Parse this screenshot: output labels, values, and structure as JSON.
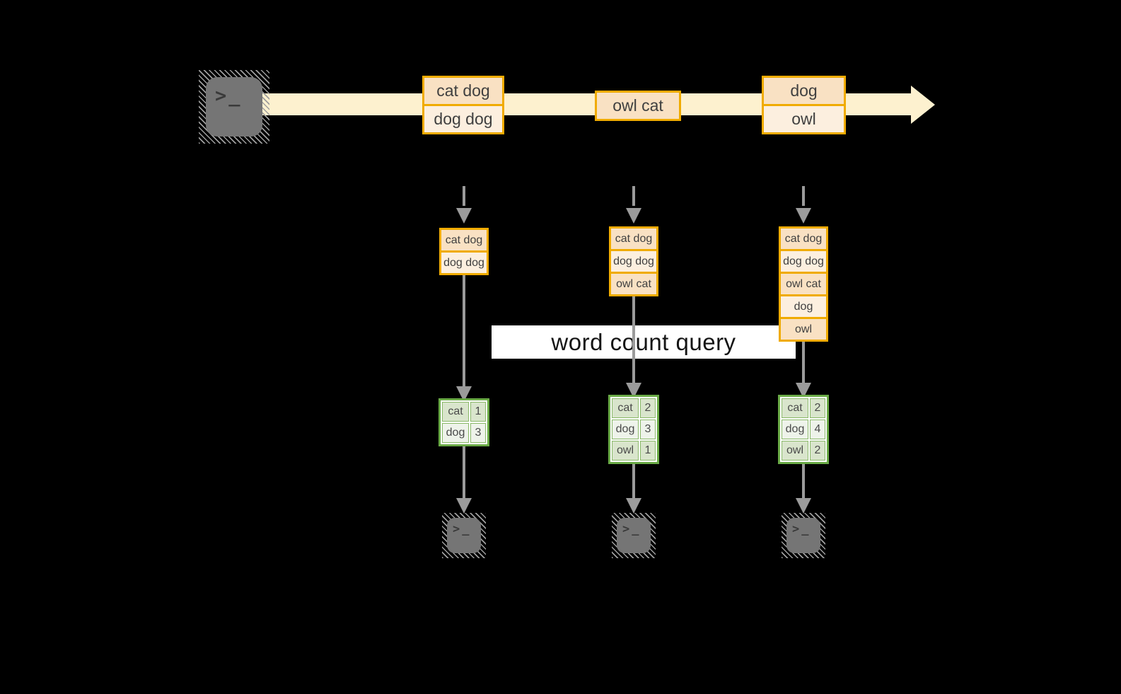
{
  "diagram": {
    "query_label": "word count query",
    "stream": {
      "records": [
        {
          "rows": [
            "cat dog",
            "dog dog"
          ]
        },
        {
          "rows": [
            "owl cat"
          ]
        },
        {
          "rows": [
            "dog",
            "owl"
          ]
        }
      ]
    },
    "columns": [
      {
        "stack": [
          "cat dog",
          "dog dog"
        ],
        "counts": [
          {
            "word": "cat",
            "count": "1"
          },
          {
            "word": "dog",
            "count": "3"
          }
        ]
      },
      {
        "stack": [
          "cat dog",
          "dog dog",
          "owl cat"
        ],
        "counts": [
          {
            "word": "cat",
            "count": "2"
          },
          {
            "word": "dog",
            "count": "3"
          },
          {
            "word": "owl",
            "count": "1"
          }
        ]
      },
      {
        "stack": [
          "cat dog",
          "dog dog",
          "owl cat",
          "dog",
          "owl"
        ],
        "counts": [
          {
            "word": "cat",
            "count": "2"
          },
          {
            "word": "dog",
            "count": "4"
          },
          {
            "word": "owl",
            "count": "2"
          }
        ]
      }
    ],
    "icons": {
      "terminal_prompt": ">",
      "terminal_cursor": "_"
    },
    "colors": {
      "background": "#000000",
      "stream_arrow": "#fdf1cf",
      "record_border": "#f0ab00",
      "record_fill_dark": "#f9e1c3",
      "record_fill_light": "#fcefdf",
      "table_border": "#6aaa46",
      "table_fill_dark": "#d9e5cc",
      "table_fill_light": "#eef3ea",
      "connector_gray": "#9b9b9b",
      "terminal_gray": "#757575",
      "query_box_bg": "#ffffff",
      "text": "#404040"
    }
  }
}
